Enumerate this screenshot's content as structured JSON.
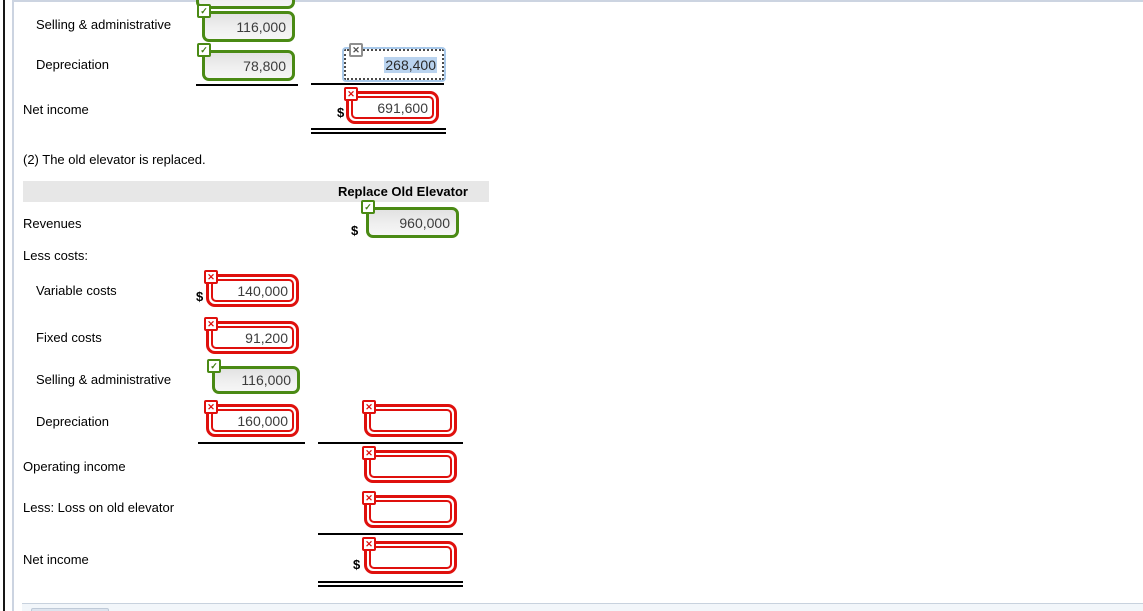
{
  "symbols": {
    "currency": "$",
    "check_icon": "✓",
    "x_icon": "✕"
  },
  "colors": {
    "correct_green": "#4a8a14",
    "incorrect_red": "#df100d",
    "selection_blue": "#b9d3ef",
    "header_gray": "#e7e7e7"
  },
  "statement1": {
    "rows": {
      "selling_admin": {
        "label": "Selling & administrative",
        "value": "116,000",
        "status": "correct"
      },
      "depreciation": {
        "label": "Depreciation",
        "value": "78,800",
        "status": "correct"
      },
      "total_adjustment": {
        "value": "268,400",
        "status": "attempted-selected"
      },
      "net_income": {
        "label": "Net income",
        "value": "691,600",
        "status": "incorrect"
      }
    }
  },
  "statement2": {
    "caption": "(2) The old elevator is replaced.",
    "column_header": "Replace Old Elevator",
    "rows": {
      "revenues": {
        "label": "Revenues",
        "value": "960,000",
        "status": "correct"
      },
      "less_costs": {
        "label": "Less costs:"
      },
      "variable_costs": {
        "label": "Variable costs",
        "value": "140,000",
        "status": "incorrect"
      },
      "fixed_costs": {
        "label": "Fixed costs",
        "value": "91,200",
        "status": "incorrect"
      },
      "selling_admin": {
        "label": "Selling & administrative",
        "value": "116,000",
        "status": "correct"
      },
      "depreciation": {
        "label": "Depreciation",
        "value": "160,000",
        "status": "incorrect"
      },
      "depreciation_total": {
        "value": "",
        "status": "incorrect"
      },
      "operating_income": {
        "label": "Operating income",
        "value": "",
        "status": "incorrect"
      },
      "loss_on_old_elevator": {
        "label": "Less: Loss on old elevator",
        "value": "",
        "status": "incorrect"
      },
      "net_income": {
        "label": "Net income",
        "value": "",
        "status": "incorrect"
      }
    }
  }
}
